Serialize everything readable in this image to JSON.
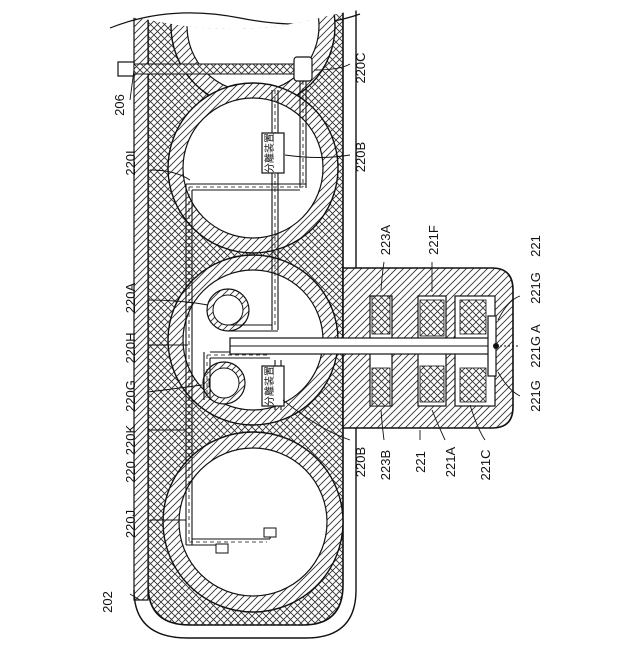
{
  "figure_number": "202",
  "unit_text": "分離装置",
  "labels": {
    "l206": "206",
    "l220": "220",
    "l220A": "220A",
    "l220B_top": "220B",
    "l220B_bottom": "220B",
    "l220C": "220C",
    "l220G": "220G",
    "l220H": "220H",
    "l220I": "220I",
    "l220J": "220J",
    "l220K": "220K",
    "l221": "221",
    "l221A": "221A",
    "l221C": "221C",
    "l221F": "221F",
    "l221G_top": "221G",
    "l221G_A": "221G A",
    "l221G_bottom": "221G",
    "l221_right": "221",
    "l223A": "223A",
    "l223B": "223B"
  }
}
